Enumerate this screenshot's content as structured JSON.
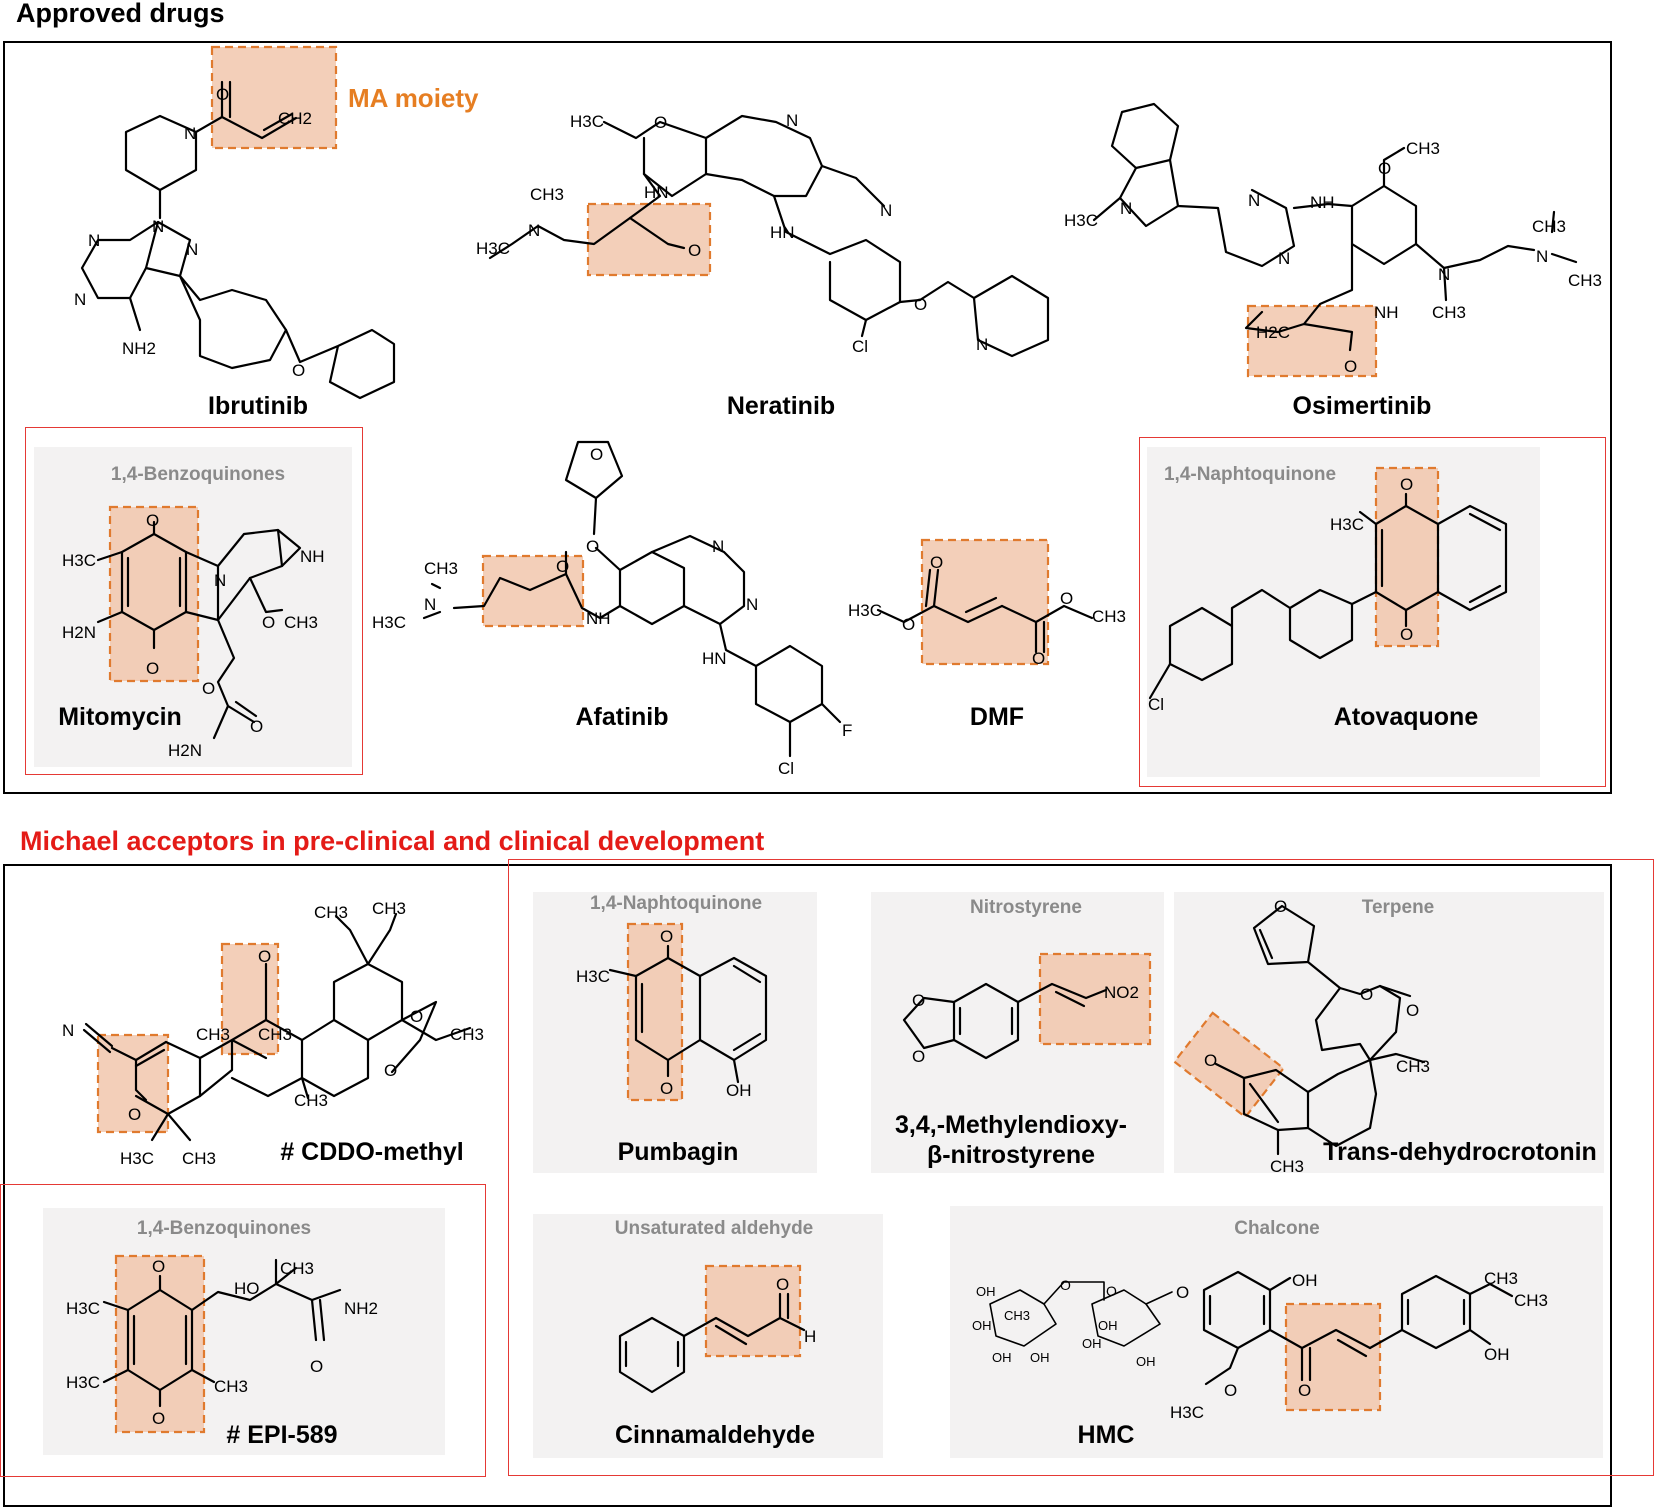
{
  "sections": {
    "approved": {
      "title": "Approved drugs"
    },
    "development": {
      "title": "Michael acceptors in pre-clinical  and clinical  development"
    }
  },
  "annotation": {
    "ma_moiety": "MA moiety"
  },
  "colors": {
    "highlight_fill": "#f1c7ad",
    "highlight_border": "#e07a2e",
    "frame_red": "#e53935",
    "panel_gray": "#f3f2f2",
    "category_text": "#8a8a8a",
    "section_red": "#e41b17",
    "ma_label": "#e67e22"
  },
  "approved_drugs": [
    {
      "name": "Ibrutinib",
      "icon": "structure-ibrutinib"
    },
    {
      "name": "Neratinib",
      "icon": "structure-neratinib"
    },
    {
      "name": "Osimertinib",
      "icon": "structure-osimertinib"
    },
    {
      "name": "Mitomycin",
      "category": "1,4-Benzoquinones",
      "icon": "structure-mitomycin"
    },
    {
      "name": "Afatinib",
      "icon": "structure-afatinib"
    },
    {
      "name": "DMF",
      "icon": "structure-dmf"
    },
    {
      "name": "Atovaquone",
      "category": "1,4-Naphtoquinone",
      "icon": "structure-atovaquone"
    }
  ],
  "development_compounds": [
    {
      "name": "# CDDO-methyl",
      "icon": "structure-cddo-methyl"
    },
    {
      "name": "Pumbagin",
      "category": "1,4-Naphtoquinone",
      "icon": "structure-pumbagin"
    },
    {
      "name_line1": "3,4,-Methylendioxy-",
      "name_line2": "β-nitrostyrene",
      "category": "Nitrostyrene",
      "icon": "structure-nitrostyrene"
    },
    {
      "name": "Trans-dehydrocrotonin",
      "category": "Terpene",
      "icon": "structure-trans-dehydrocrotonin"
    },
    {
      "name": "# EPI-589",
      "category": "1,4-Benzoquinones",
      "icon": "structure-epi-589"
    },
    {
      "name": "Cinnamaldehyde",
      "category": "Unsaturated aldehyde",
      "icon": "structure-cinnamaldehyde"
    },
    {
      "name": "HMC",
      "category": "Chalcone",
      "icon": "structure-hmc"
    }
  ],
  "atoms": {
    "ibr": {
      "o": "O",
      "ch2": "CH2",
      "n1": "N",
      "n2": "N",
      "n3": "N",
      "n4": "N",
      "n5": "N",
      "nh2": "NH2",
      "o2": "O"
    },
    "ner": {
      "h3c": "H3C",
      "o": "O",
      "n": "N",
      "cn": "N",
      "hn": "HN",
      "hn2": "HN",
      "ch3": "CH3",
      "n2": "N",
      "h3c2": "H3C",
      "o2": "O",
      "cl": "Cl",
      "o3": "O",
      "npy": "N"
    },
    "osi": {
      "h3c": "H3C",
      "n": "N",
      "n2": "N",
      "n3": "N",
      "nh": "NH",
      "och3": "CH3",
      "o": "O",
      "ch3": "CH3",
      "n4": "N",
      "ch3b": "CH3",
      "n5": "N",
      "ch3c": "CH3",
      "nh2": "NH",
      "h2c": "H2C",
      "o2": "O"
    },
    "mit": {
      "o1": "O",
      "o2": "O",
      "h3c": "H3C",
      "h2n": "H2N",
      "n": "N",
      "nh": "NH",
      "och3": "O",
      "ch3": "CH3",
      "o3": "O",
      "o4": "O",
      "h2n2": "H2N"
    },
    "afa": {
      "o": "O",
      "o2": "O",
      "ch3": "CH3",
      "n": "N",
      "h3c": "H3C",
      "o3": "O",
      "nh": "NH",
      "n1": "N",
      "n2": "N",
      "hn": "HN",
      "f": "F",
      "cl": "Cl"
    },
    "dmf": {
      "h3c": "H3C",
      "o1": "O",
      "o2": "O",
      "o3": "O",
      "o4": "O",
      "ch3": "CH3"
    },
    "ato": {
      "o1": "O",
      "o2": "O",
      "h3c": "H3C",
      "cl": "Cl"
    },
    "cddo": {
      "n": "N",
      "o1": "O",
      "o2": "O",
      "ch3a": "CH3",
      "ch3b": "CH3",
      "ch3c": "CH3",
      "h3c": "H3C",
      "ch3d": "CH3",
      "ch3e": "CH3",
      "ch3f": "CH3",
      "o3": "O",
      "o4": "O",
      "ch3g": "CH3"
    },
    "pum": {
      "o1": "O",
      "o2": "O",
      "h3c": "H3C",
      "oh": "OH"
    },
    "nit": {
      "o1": "O",
      "o2": "O",
      "no2": "NO2"
    },
    "tdc": {
      "o1": "O",
      "o2": "O",
      "o3": "O",
      "o4": "O",
      "ch3a": "CH3",
      "ch3b": "CH3"
    },
    "epi": {
      "o1": "O",
      "o2": "O",
      "h3c1": "H3C",
      "h3c2": "H3C",
      "ch3": "CH3",
      "ho": "HO",
      "ch3b": "CH3",
      "nh2": "NH2",
      "o3": "O"
    },
    "cin": {
      "o": "O",
      "h": "H"
    },
    "hmc": {
      "oh1": "OH",
      "oh2": "OH",
      "oh3": "OH",
      "oh4": "OH",
      "oh5": "OH",
      "oh6": "OH",
      "ch3": "CH3",
      "o1": "O",
      "o2": "O",
      "oh7": "OH",
      "h3c": "H3C",
      "o3": "O",
      "o4": "O",
      "o5": "O",
      "ch3b": "CH3",
      "oh8": "OH"
    }
  }
}
